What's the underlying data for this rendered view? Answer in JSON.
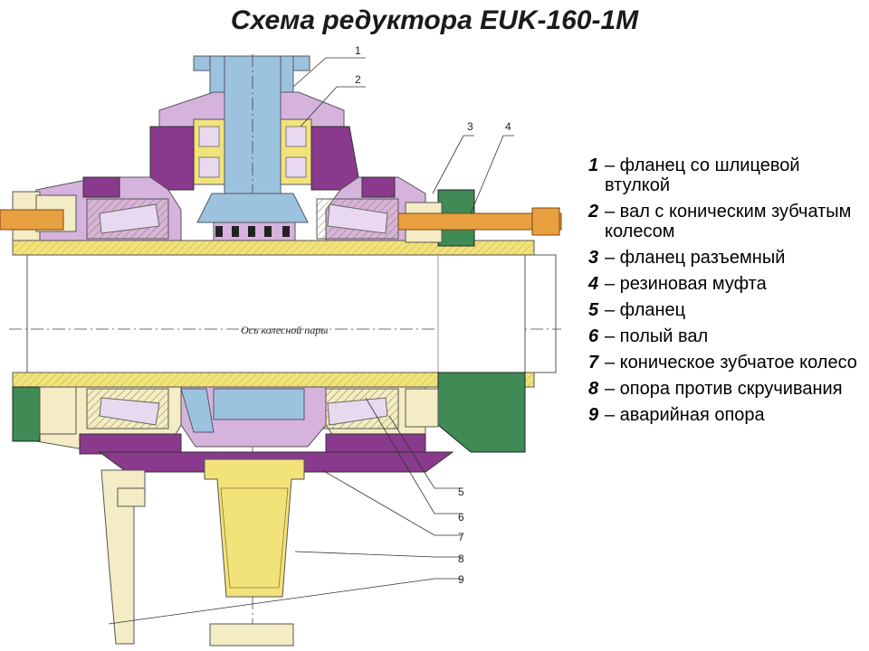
{
  "title": "Схема редуктора EUK-160-1M",
  "axis_label": "Ось колесной пары",
  "callouts": [
    "1",
    "2",
    "3",
    "4",
    "5",
    "6",
    "7",
    "8",
    "9"
  ],
  "legend": [
    {
      "num": "1",
      "text": "– фланец со шлицевой втулкой"
    },
    {
      "num": "2",
      "text": "– вал с коническим зубчатым колесом"
    },
    {
      "num": "3",
      "text": "– фланец разъемный"
    },
    {
      "num": "4",
      "text": "– резиновая муфта"
    },
    {
      "num": "5",
      "text": "– фланец"
    },
    {
      "num": "6",
      "text": "– полый вал"
    },
    {
      "num": "7",
      "text": "– коническое зубчатое колесо"
    },
    {
      "num": "8",
      "text": "– опора против скручивания"
    },
    {
      "num": "9",
      "text": "– аварийная опора"
    }
  ],
  "colors": {
    "blue": "#9cc3de",
    "violet": "#d6b3dc",
    "purple": "#8a3a8c",
    "yellow": "#f2e27a",
    "cream": "#f3ecc4",
    "green": "#3f8a55",
    "orange": "#e8a040",
    "gray": "#a8a8a8"
  }
}
